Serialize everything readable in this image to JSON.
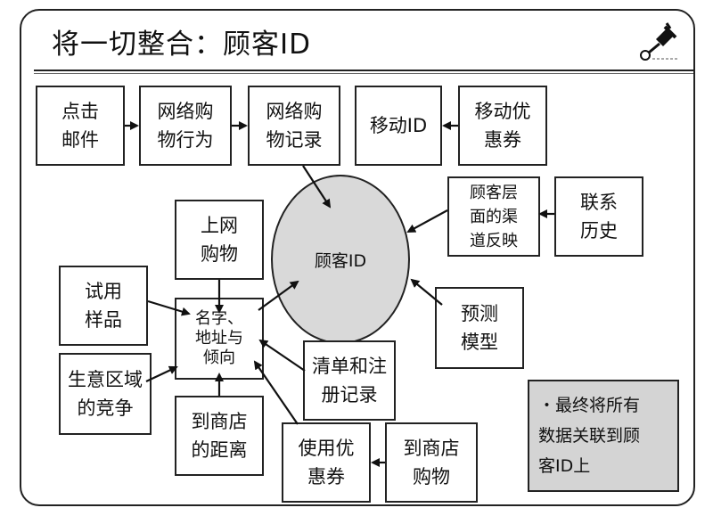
{
  "title": "将一切整合：顾客ID",
  "center": {
    "label": "顾客ID"
  },
  "boxes": {
    "click_email": "点击\n邮件",
    "web_behavior": "网络购\n物行为",
    "web_record": "网络购\n物记录",
    "mobile_id": "移动ID",
    "mobile_coupon": "移动优\n惠券",
    "channel_reflect": "顾客层\n面的渠\n道反映",
    "contact_history": "联系\n历史",
    "online_shopping": "上网\n购物",
    "trial_sample": "试用\n样品",
    "name_address": "名字、\n地址与\n倾向",
    "predict_model": "预测\n模型",
    "business_area": "生意区域\n的竞争",
    "checklist_register": "清单和注\n册记录",
    "store_distance": "到商店\n的距离",
    "use_coupon": "使用优\n惠券",
    "store_shopping": "到商店\n购物"
  },
  "summary": "・最终将所有\n数据关联到顾\n客ID上",
  "colors": {
    "circle_fill": "#d9d9d9",
    "summary_fill": "#d4d4d4",
    "line": "#111111"
  },
  "icons": {
    "corner_logo": "pushpin-icon"
  }
}
